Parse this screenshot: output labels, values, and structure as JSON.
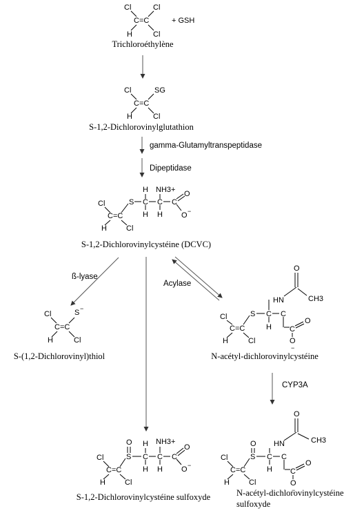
{
  "compounds": {
    "tce": {
      "name": "Trichloroéthylène",
      "plus": "+ GSH"
    },
    "dcvg": {
      "name": "S-1,2-Dichlorovinylglutathion"
    },
    "dcvc": {
      "name": "S-1,2-Dichlorovinylcystéine (DCVC)"
    },
    "thiol": {
      "name": "S-(1,2-Dichlorovinyl)thiol"
    },
    "nac": {
      "name": "N-acétyl-dichlorovinylcystéine"
    },
    "sulfoxide": {
      "name": "S-1,2-Dichlorovinylcystéine sulfoxyde"
    },
    "nac_sulfoxide": {
      "name_line1": "N-acétyl-dichlorovinylcystéine",
      "name_line2": "sulfoxyde"
    }
  },
  "enzymes": {
    "ggt": "gamma-Glutamyltranspeptidase",
    "dipeptidase": "Dipeptidase",
    "beta_lyase": "ß-lyase",
    "acylase": "Acylase",
    "cyp3a": "CYP3A"
  },
  "atoms": {
    "cl": "Cl",
    "h": "H",
    "c": "C",
    "s": "S",
    "o": "O",
    "sg": "SG",
    "nh3": "NH3+",
    "hn": "HN",
    "ch3": "CH3",
    "minus": "−",
    "c_eq_c": "C=C"
  }
}
